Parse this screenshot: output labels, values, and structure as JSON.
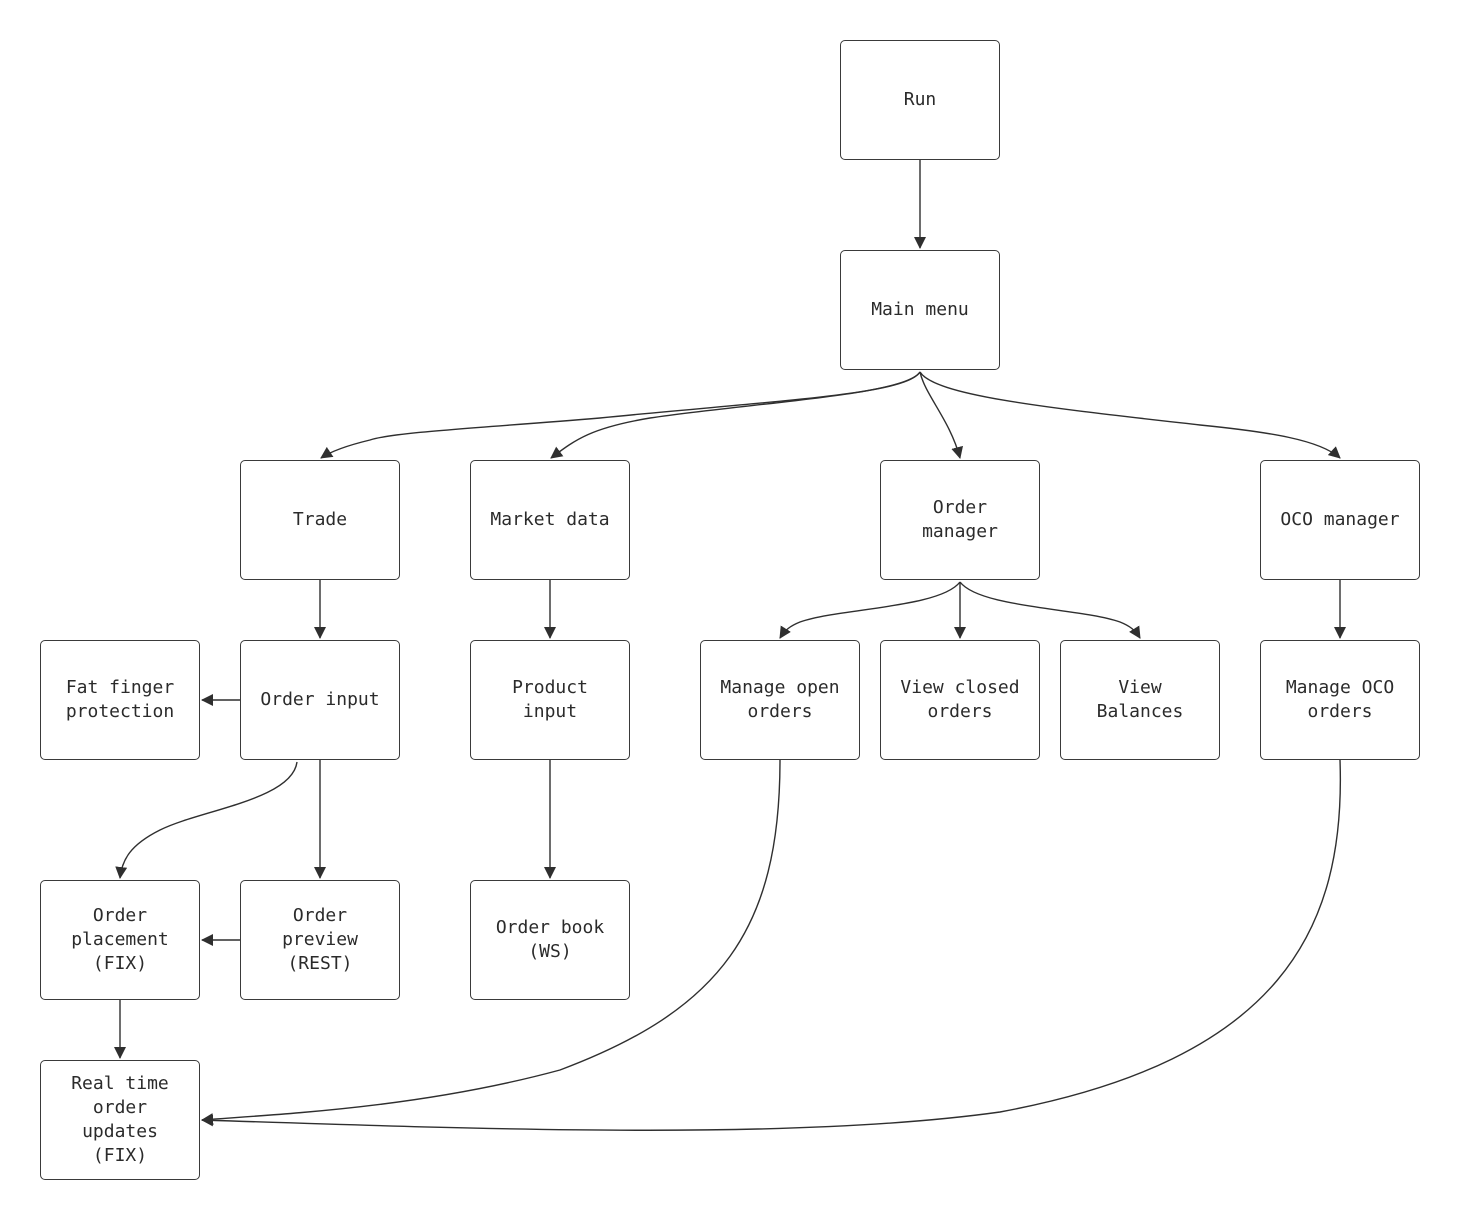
{
  "nodes": {
    "run": "Run",
    "main_menu": "Main menu",
    "trade": "Trade",
    "market_data": "Market data",
    "order_manager": "Order\nmanager",
    "oco_manager": "OCO manager",
    "fat_finger": "Fat finger\nprotection",
    "order_input": "Order input",
    "product_input": "Product\ninput",
    "manage_open_orders": "Manage open\norders",
    "view_closed_orders": "View closed\norders",
    "view_balances": "View\nBalances",
    "manage_oco_orders": "Manage OCO\norders",
    "order_placement": "Order\nplacement\n(FIX)",
    "order_preview": "Order\npreview\n(REST)",
    "order_book": "Order book\n(WS)",
    "real_time_updates": "Real time\norder\nupdates\n(FIX)"
  },
  "colors": {
    "stroke": "#2f2f2f",
    "text": "#2b2b2b",
    "background": "#ffffff"
  }
}
